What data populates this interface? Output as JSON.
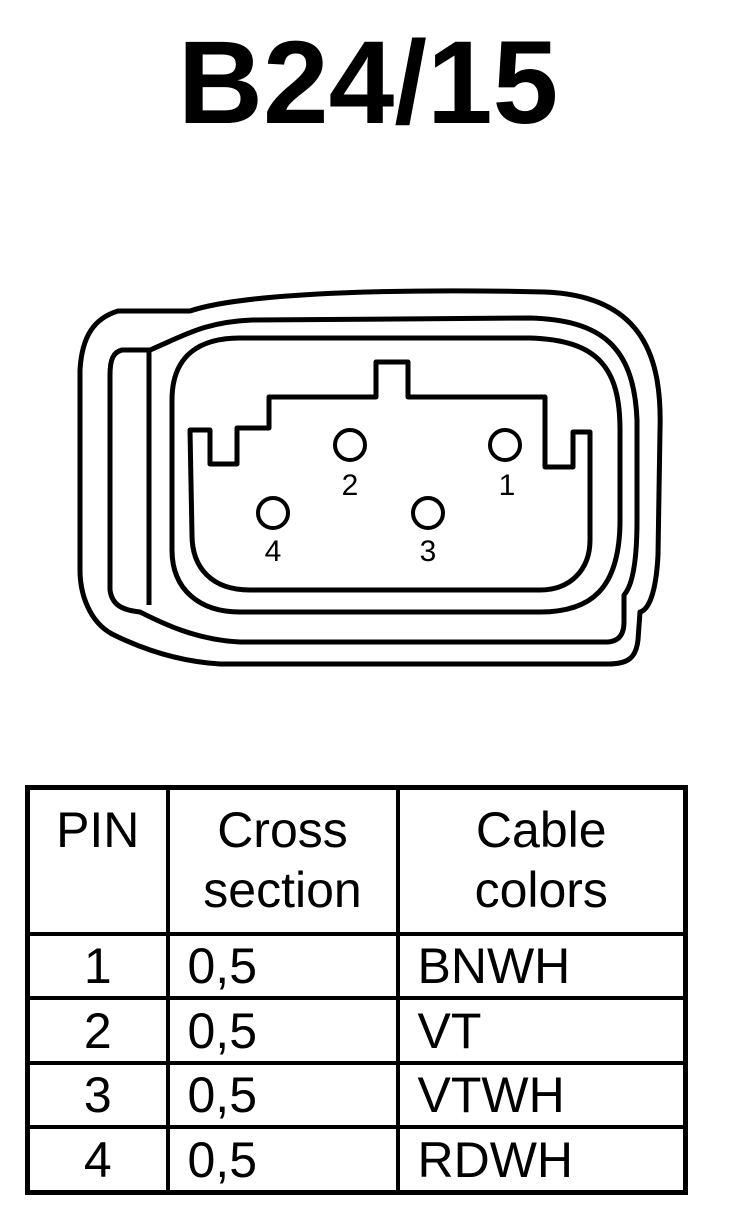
{
  "title": "B24/15",
  "pins": [
    {
      "label": "1"
    },
    {
      "label": "2"
    },
    {
      "label": "3"
    },
    {
      "label": "4"
    }
  ],
  "table": {
    "header": {
      "pin": "PIN",
      "cross_section_line1": "Cross",
      "cross_section_line2": "section",
      "cable_colors_line1": "Cable",
      "cable_colors_line2": "colors"
    },
    "rows": [
      {
        "pin": "1",
        "cross_section": "0,5",
        "cable_color": "BNWH"
      },
      {
        "pin": "2",
        "cross_section": "0,5",
        "cable_color": "VT"
      },
      {
        "pin": "3",
        "cross_section": "0,5",
        "cable_color": "VTWH"
      },
      {
        "pin": "4",
        "cross_section": "0,5",
        "cable_color": "RDWH"
      }
    ]
  }
}
